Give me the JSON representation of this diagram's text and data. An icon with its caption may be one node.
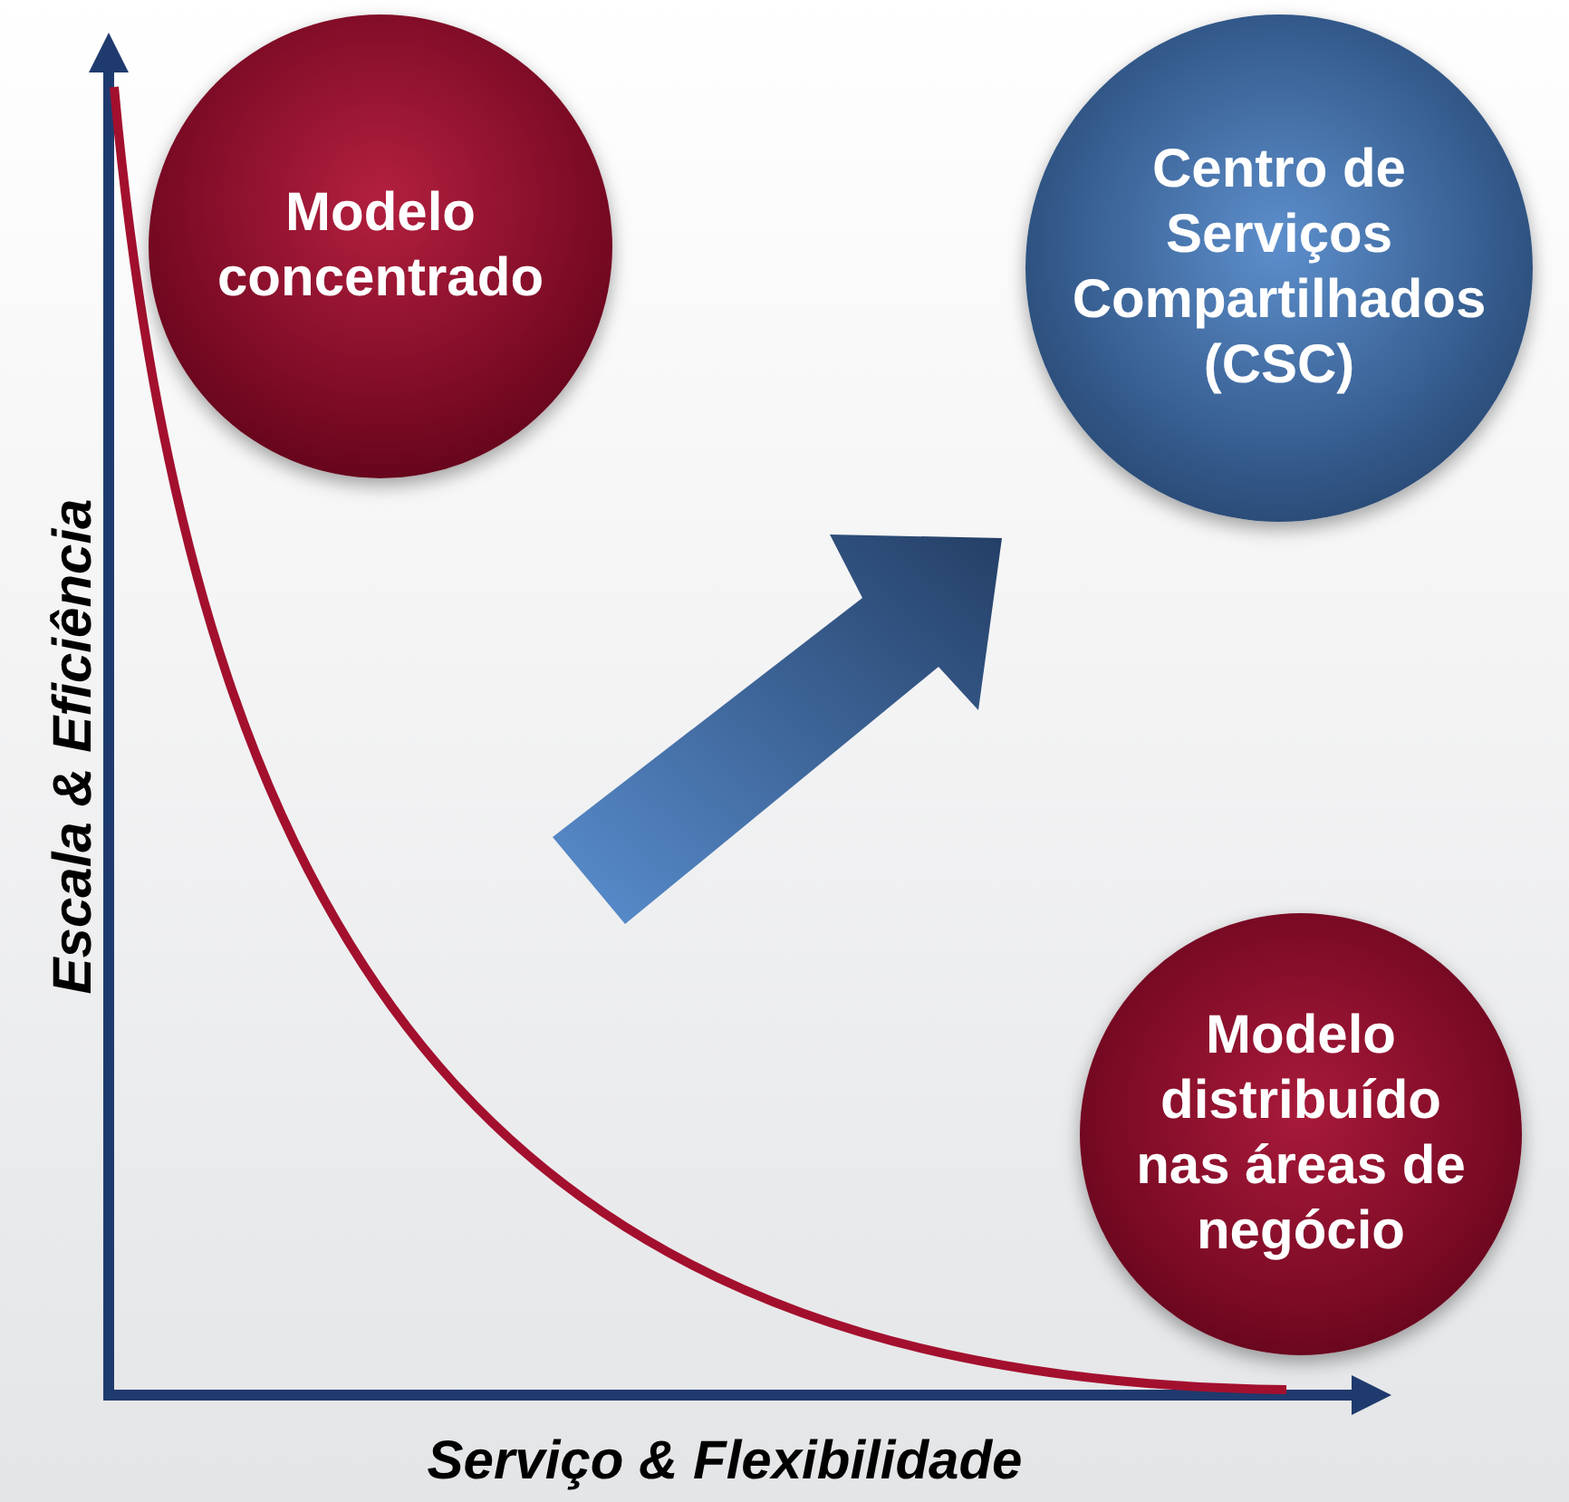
{
  "diagram": {
    "nodes": [
      {
        "text": [
          "Modelo concentrado"
        ]
      },
      {
        "text": [
          "Centro de Serviços Compartilhados (CSC)"
        ]
      },
      {
        "text": [
          "Modelo distribuído nas áreas de negócio"
        ]
      }
    ],
    "labels": [
      "Escala & Eficiência",
      "Serviço & Flexibilidade"
    ]
  }
}
